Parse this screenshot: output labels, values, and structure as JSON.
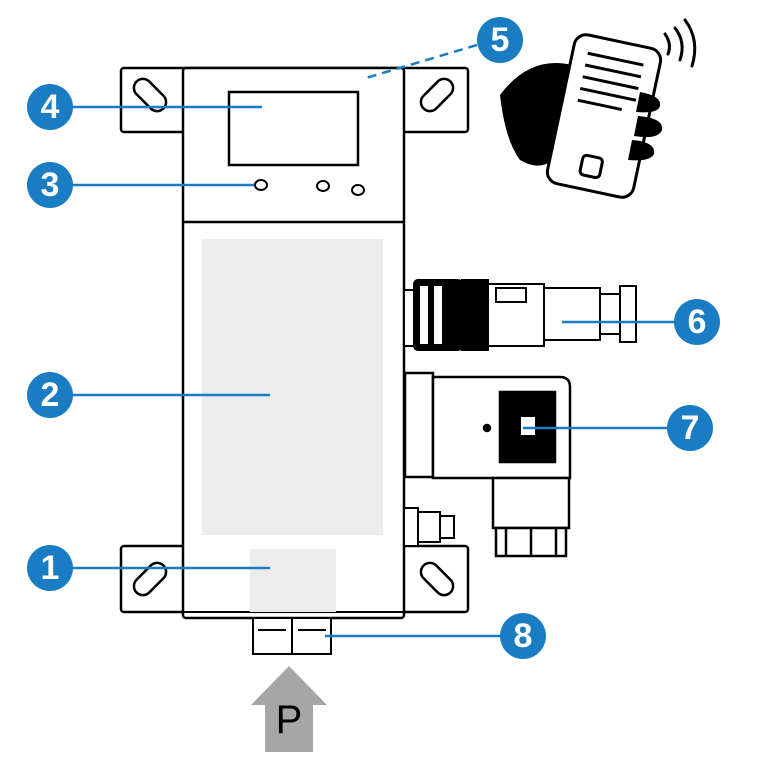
{
  "colors": {
    "callout": "#1a7dc4",
    "leader": "#1a7dc4",
    "outline": "#000000",
    "panel_fill": "#ececec",
    "arrow_fill": "#a6a6a6"
  },
  "callouts": [
    {
      "id": "1",
      "label": "1"
    },
    {
      "id": "2",
      "label": "2"
    },
    {
      "id": "3",
      "label": "3"
    },
    {
      "id": "4",
      "label": "4"
    },
    {
      "id": "5",
      "label": "5"
    },
    {
      "id": "6",
      "label": "6"
    },
    {
      "id": "7",
      "label": "7"
    },
    {
      "id": "8",
      "label": "8"
    }
  ],
  "inlet": {
    "label": "P"
  },
  "icons": {
    "phone": "hand-holding-phone-icon",
    "wireless": "wireless-signal-icon"
  }
}
